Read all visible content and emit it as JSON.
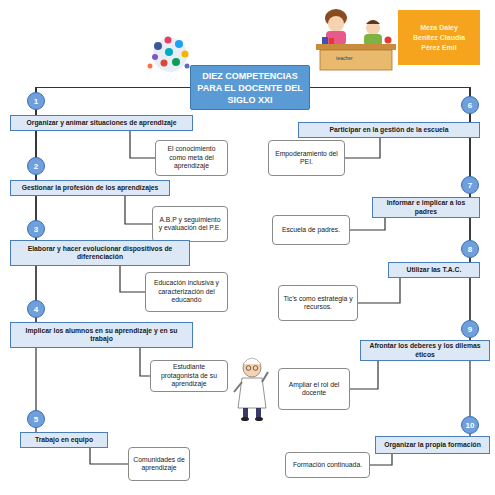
{
  "diagram": {
    "nodes": [
      {
        "text": [
          "DIEZ COMPETENCIAS PARA EL DOCENTE DEL SIGLO XXI"
        ]
      },
      {
        "text": [
          "Meza  Daley",
          "Benitez Claudia",
          "Pérez Emil"
        ]
      },
      {
        "text": [
          "1"
        ]
      },
      {
        "text": [
          "Organizar y animar situaciones de aprendizaje"
        ]
      },
      {
        "text": [
          "El conocimiento como meta del aprendizaje"
        ]
      },
      {
        "text": [
          "2"
        ]
      },
      {
        "text": [
          "Gestionar la profesión de los aprendizajes"
        ]
      },
      {
        "text": [
          "A.B.P y seguimiento y evaluación del P.E."
        ]
      },
      {
        "text": [
          "3"
        ]
      },
      {
        "text": [
          "Elaborar y hacer evolucionar dispositivos de diferenciación"
        ]
      },
      {
        "text": [
          "Educación inclusiva y caracterización del educando"
        ]
      },
      {
        "text": [
          "4"
        ]
      },
      {
        "text": [
          "Implicar los alumnos en su aprendizaje y en su trabajo"
        ]
      },
      {
        "text": [
          "Estudiante protagonista de su aprendizaje"
        ]
      },
      {
        "text": [
          "5"
        ]
      },
      {
        "text": [
          "Trabajo en equipo"
        ]
      },
      {
        "text": [
          "Comunidades de aprendizaje"
        ]
      },
      {
        "text": [
          "6"
        ]
      },
      {
        "text": [
          "Participar en la gestión de la escuela"
        ]
      },
      {
        "text": [
          "Empoderamiento del PEI."
        ]
      },
      {
        "text": [
          "7"
        ]
      },
      {
        "text": [
          "Informar e implicar a los padres"
        ]
      },
      {
        "text": [
          "Escuela de padres."
        ]
      },
      {
        "text": [
          "8"
        ]
      },
      {
        "text": [
          "Utilizar las T.A.C."
        ]
      },
      {
        "text": [
          "Tic’s como estrategia y recursos."
        ]
      },
      {
        "text": [
          "9"
        ]
      },
      {
        "text": [
          "Afrontar los deberes y los dilemas éticos"
        ]
      },
      {
        "text": [
          "Ampliar el rol del docente"
        ]
      },
      {
        "text": [
          "10"
        ]
      },
      {
        "text": [
          "Organizar la propia formación"
        ]
      },
      {
        "text": [
          "Formación continuada."
        ]
      }
    ],
    "edges": [
      {
        "from": 0,
        "to": 3,
        "arrow": "none"
      },
      {
        "from": 3,
        "to": 4,
        "arrow": "none"
      },
      {
        "from": 0,
        "to": 6,
        "arrow": "none"
      },
      {
        "from": 6,
        "to": 7,
        "arrow": "none"
      },
      {
        "from": 0,
        "to": 9,
        "arrow": "none"
      },
      {
        "from": 9,
        "to": 10,
        "arrow": "none"
      },
      {
        "from": 0,
        "to": 12,
        "arrow": "none"
      },
      {
        "from": 12,
        "to": 13,
        "arrow": "none"
      },
      {
        "from": 0,
        "to": 15,
        "arrow": "none"
      },
      {
        "from": 15,
        "to": 16,
        "arrow": "none"
      },
      {
        "from": 0,
        "to": 18,
        "arrow": "none"
      },
      {
        "from": 18,
        "to": 19,
        "arrow": "none"
      },
      {
        "from": 0,
        "to": 21,
        "arrow": "none"
      },
      {
        "from": 21,
        "to": 22,
        "arrow": "none"
      },
      {
        "from": 0,
        "to": 24,
        "arrow": "none"
      },
      {
        "from": 24,
        "to": 25,
        "arrow": "none"
      },
      {
        "from": 0,
        "to": 27,
        "arrow": "none"
      },
      {
        "from": 27,
        "to": 28,
        "arrow": "none"
      },
      {
        "from": 0,
        "to": 30,
        "arrow": "none"
      },
      {
        "from": 30,
        "to": 31,
        "arrow": "none"
      }
    ],
    "labels": [
      "teacher"
    ]
  }
}
